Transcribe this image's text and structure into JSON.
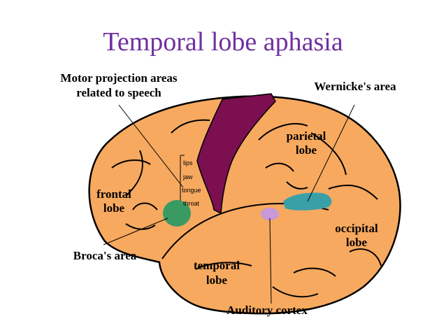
{
  "title": "Temporal lobe aphasia",
  "labels": {
    "motor_line1": "Motor projection areas",
    "motor_line2": "related to speech",
    "wernicke": "Wernicke's area",
    "parietal_line1": "parietal",
    "parietal_line2": "lobe",
    "frontal_line1": "frontal",
    "frontal_line2": "lobe",
    "occipital_line1": "occipital",
    "occipital_line2": "lobe",
    "broca": "Broca's area",
    "temporal_line1": "temporal",
    "temporal_line2": "lobe",
    "auditory": "Auditory cortex"
  },
  "motor_parts": [
    "lips",
    "jaw",
    "tongue",
    "throat"
  ],
  "colors": {
    "title": "#7030a0",
    "brain_fill": "#f7a95f",
    "motor_strip": "#7b0f4f",
    "wernicke_area": "#3aa0a8",
    "broca_area": "#3a9a64",
    "auditory_cortex": "#c998d6"
  }
}
